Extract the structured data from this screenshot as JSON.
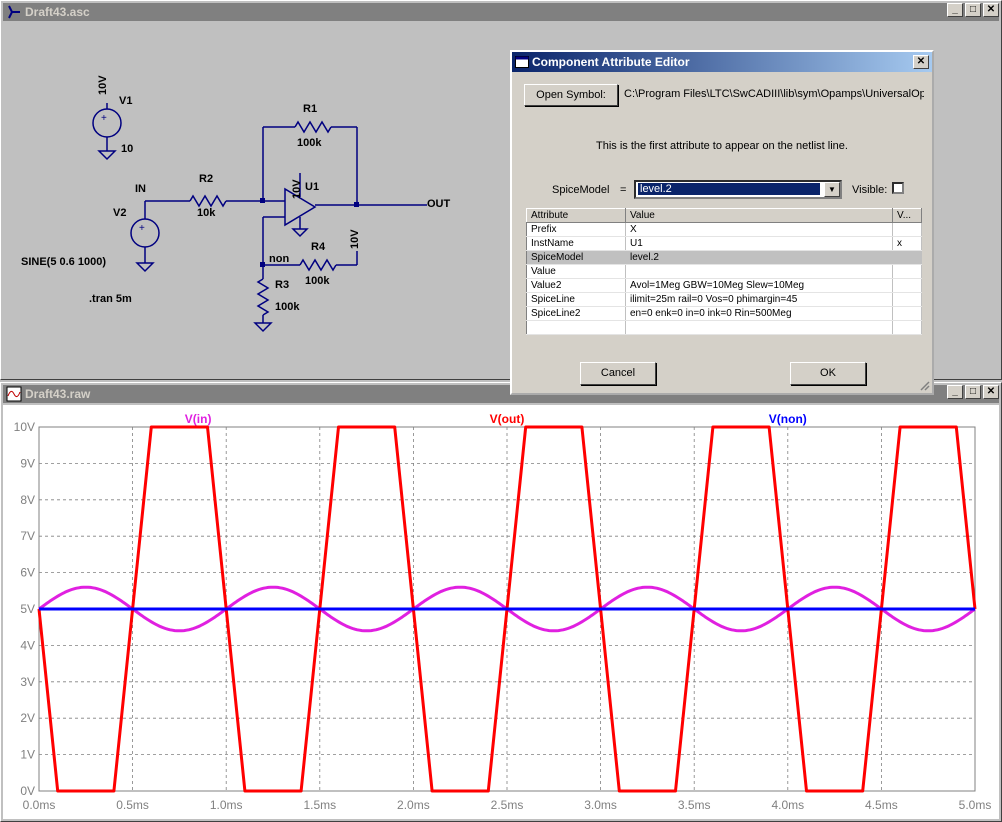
{
  "schematic_window": {
    "title": "Draft43.asc",
    "labels": {
      "v1_value": "10V",
      "v1_name": "V1",
      "v1_ground": "10",
      "in_net": "IN",
      "r2_name": "R2",
      "r2_value": "10k",
      "v2_name": "V2",
      "v2_value": "SINE(5 0.6 1000)",
      "tran": ".tran 5m",
      "r1_name": "R1",
      "r1_value": "100k",
      "u1_supply": "10V",
      "u1_name": "U1",
      "out_net": "OUT",
      "non_net": "non",
      "r4_name": "R4",
      "r4_value": "100k",
      "r4_supply": "10V",
      "r3_name": "R3",
      "r3_value": "100k"
    }
  },
  "plot_window": {
    "title": "Draft43.raw"
  },
  "dialog": {
    "title": "Component Attribute Editor",
    "open_symbol_label": "Open Symbol:",
    "symbol_path": "C:\\Program Files\\LTC\\SwCADIII\\lib\\sym\\Opamps\\UniversalOp",
    "hint": "This is the first attribute to appear on the netlist line.",
    "field_label": "SpiceModel",
    "field_eq": "=",
    "field_value": "level.2",
    "visible_label": "Visible:",
    "columns": [
      "Attribute",
      "Value",
      "V..."
    ],
    "rows": [
      {
        "attr": "Prefix",
        "value": "X",
        "vis": ""
      },
      {
        "attr": "InstName",
        "value": "U1",
        "vis": "x"
      },
      {
        "attr": "SpiceModel",
        "value": "level.2",
        "vis": ""
      },
      {
        "attr": "Value",
        "value": "",
        "vis": ""
      },
      {
        "attr": "Value2",
        "value": "Avol=1Meg GBW=10Meg Slew=10Meg",
        "vis": ""
      },
      {
        "attr": "SpiceLine",
        "value": "ilimit=25m rail=0 Vos=0 phimargin=45",
        "vis": ""
      },
      {
        "attr": "SpiceLine2",
        "value": "en=0 enk=0 in=0 ink=0 Rin=500Meg",
        "vis": ""
      }
    ],
    "cancel_label": "Cancel",
    "ok_label": "OK"
  },
  "chart_data": {
    "type": "line",
    "x_ticks": [
      "0.0ms",
      "0.5ms",
      "1.0ms",
      "1.5ms",
      "2.0ms",
      "2.5ms",
      "3.0ms",
      "3.5ms",
      "4.0ms",
      "4.5ms",
      "5.0ms"
    ],
    "y_ticks": [
      "0V",
      "1V",
      "2V",
      "3V",
      "4V",
      "5V",
      "6V",
      "7V",
      "8V",
      "9V",
      "10V"
    ],
    "xlim": [
      0,
      5
    ],
    "ylim": [
      0,
      10
    ],
    "grid": true,
    "series": [
      {
        "name": "V(in)",
        "color": "#e020e0",
        "x": [
          0,
          0.25,
          0.5,
          0.75,
          1.0,
          1.25,
          1.5,
          1.75,
          2.0,
          2.25,
          2.5,
          2.75,
          3.0,
          3.25,
          3.5,
          3.75,
          4.0,
          4.25,
          4.5,
          4.75,
          5.0
        ],
        "y": [
          5,
          5.6,
          5,
          4.4,
          5,
          5.6,
          5,
          4.4,
          5,
          5.6,
          5,
          4.4,
          5,
          5.6,
          5,
          4.4,
          5,
          5.6,
          5,
          4.4,
          5
        ]
      },
      {
        "name": "V(out)",
        "color": "#ff0000",
        "x": [
          0,
          0.1,
          0.2,
          0.3,
          0.4,
          0.5,
          0.6,
          0.7,
          0.8,
          0.9,
          1.0,
          1.1,
          1.2,
          1.3,
          1.4,
          1.5,
          1.6,
          1.7,
          1.8,
          1.9,
          2.0,
          2.1,
          2.2,
          2.3,
          2.4,
          2.5,
          2.6,
          2.7,
          2.8,
          2.9,
          3.0,
          3.1,
          3.2,
          3.3,
          3.4,
          3.5,
          3.6,
          3.7,
          3.8,
          3.9,
          4.0,
          4.1,
          4.2,
          4.3,
          4.4,
          4.5,
          4.6,
          4.7,
          4.8,
          4.9,
          5.0
        ],
        "y": [
          5,
          0,
          0,
          0,
          0,
          5,
          10,
          10,
          10,
          10,
          5,
          0,
          0,
          0,
          0,
          5,
          10,
          10,
          10,
          10,
          5,
          0,
          0,
          0,
          0,
          5,
          10,
          10,
          10,
          10,
          5,
          0,
          0,
          0,
          0,
          5,
          10,
          10,
          10,
          10,
          5,
          0,
          0,
          0,
          0,
          5,
          10,
          10,
          10,
          10,
          5
        ]
      },
      {
        "name": "V(non)",
        "color": "#0000ff",
        "x": [
          0,
          5
        ],
        "y": [
          5,
          5
        ]
      }
    ]
  }
}
